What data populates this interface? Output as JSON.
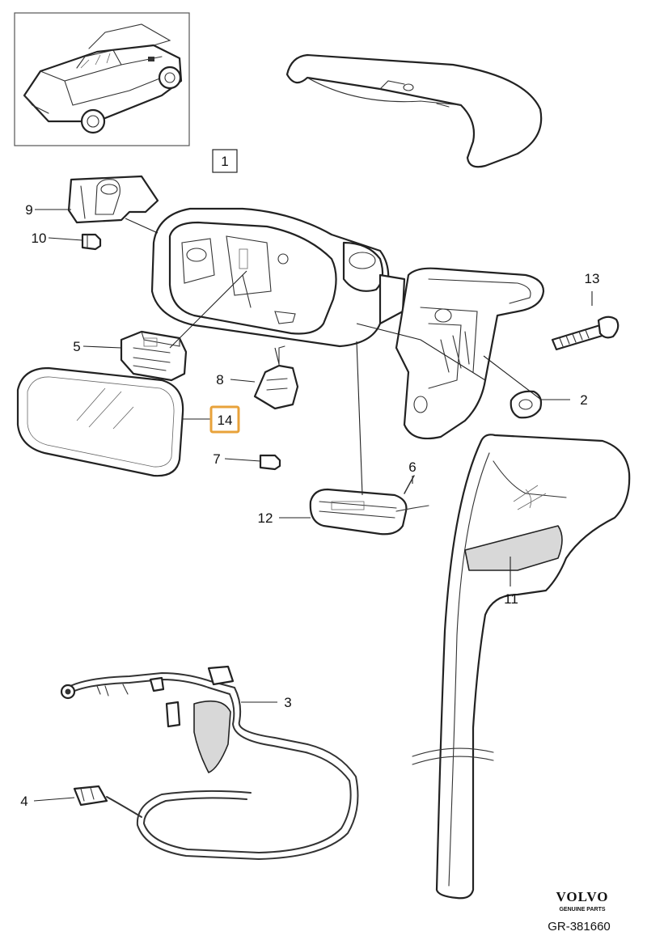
{
  "diagram": {
    "callouts": {
      "c1": "1",
      "c2": "2",
      "c3": "3",
      "c4": "4",
      "c5": "5",
      "c6": "6",
      "c7": "7",
      "c8": "8",
      "c9": "9",
      "c10": "10",
      "c11": "11",
      "c12": "12",
      "c13": "13",
      "c14": "14"
    },
    "highlighted_callout": "14",
    "highlight_color": "#E8A23A",
    "brand": {
      "name": "VOLVO",
      "tagline": "GENUINE PARTS"
    },
    "reference": "GR-381660"
  }
}
